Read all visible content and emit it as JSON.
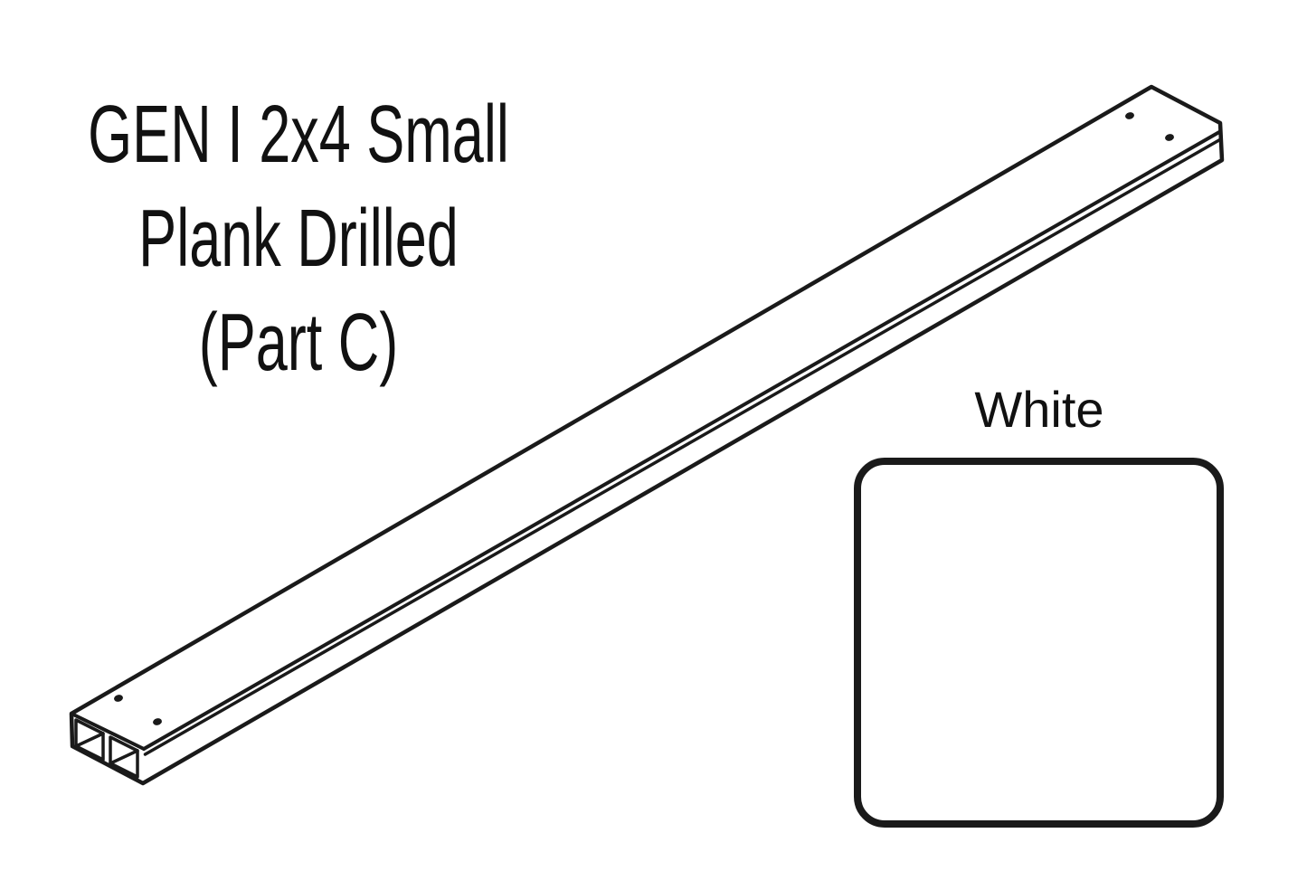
{
  "title": {
    "lines": [
      "GEN I 2x4 Small",
      "Plank Drilled",
      "(Part C)"
    ]
  },
  "drawing": {
    "subject": "isometric-plank-line-drawing",
    "hole_count": 4
  },
  "swatch": {
    "label": "White",
    "fill": "#ffffff",
    "border": "#1a1a1a"
  },
  "colors": {
    "background": "#ffffff",
    "line": "#1a1a1a",
    "text": "#111111"
  }
}
